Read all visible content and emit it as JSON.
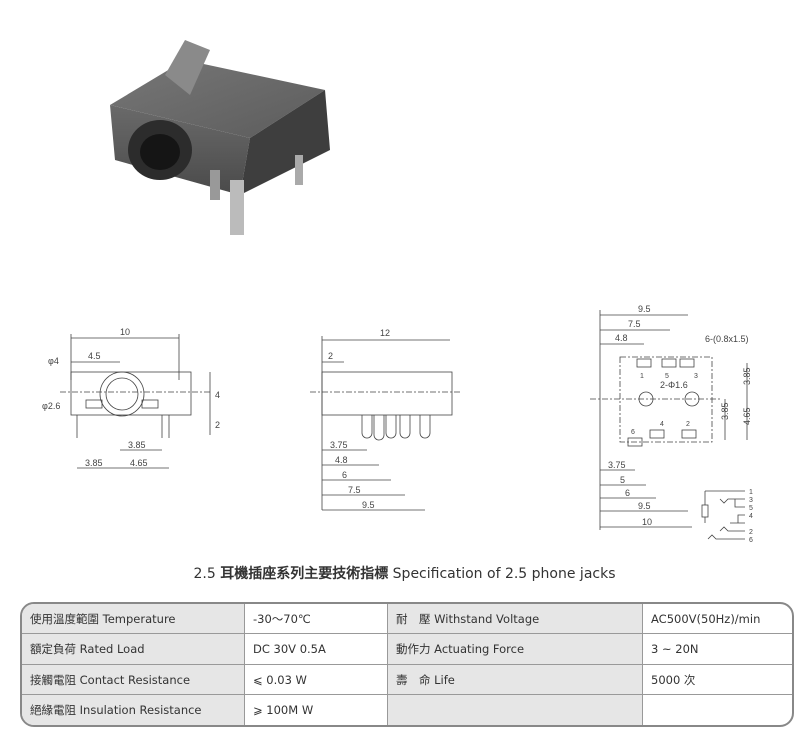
{
  "drawings": {
    "front": {
      "width": "10",
      "d_outer": "φ4",
      "offset": "4.5",
      "d_inner": "φ2.6",
      "height": "4",
      "pin_h": "2",
      "pin_a": "3.85",
      "pin_b": "3.85",
      "pin_c": "4.65"
    },
    "side": {
      "length": "12",
      "front": "2",
      "p1": "3.75",
      "p2": "4.8",
      "p3": "6",
      "p4": "7.5",
      "p5": "9.5"
    },
    "footprint": {
      "w1": "9.5",
      "w2": "7.5",
      "w3": "4.8",
      "pad": "6-(0.8x1.5)",
      "holes": "2-Φ1.6",
      "v1": "3.85",
      "v2": "3.85",
      "v3": "4.65",
      "b1": "3.75",
      "b2": "5",
      "b3": "6",
      "b4": "9.5",
      "b5": "10",
      "pins": [
        "1",
        "5",
        "3",
        "6",
        "4",
        "2"
      ],
      "schematic_pins": [
        "1",
        "3",
        "5",
        "4",
        "2",
        "6"
      ]
    }
  },
  "title": {
    "number": "2.5",
    "chinese": "耳機插座系列主要技術指標",
    "english": "Specification of 2.5 phone jacks"
  },
  "spec_table": [
    [
      "使用溫度範圍 Temperature",
      "-30～70℃",
      "耐　壓 Withstand Voltage",
      "AC500V(50Hz)/min"
    ],
    [
      "額定負荷  Rated Load",
      "DC  30V  0.5A",
      "動作力 Actuating Force",
      "3 ~ 20N"
    ],
    [
      "接觸電阻  Contact Resistance",
      "⩽ 0.03 W",
      "壽　命 Life",
      "5000 次"
    ],
    [
      "絕緣電阻  Insulation Resistance",
      "⩾ 100M W",
      "",
      ""
    ]
  ]
}
